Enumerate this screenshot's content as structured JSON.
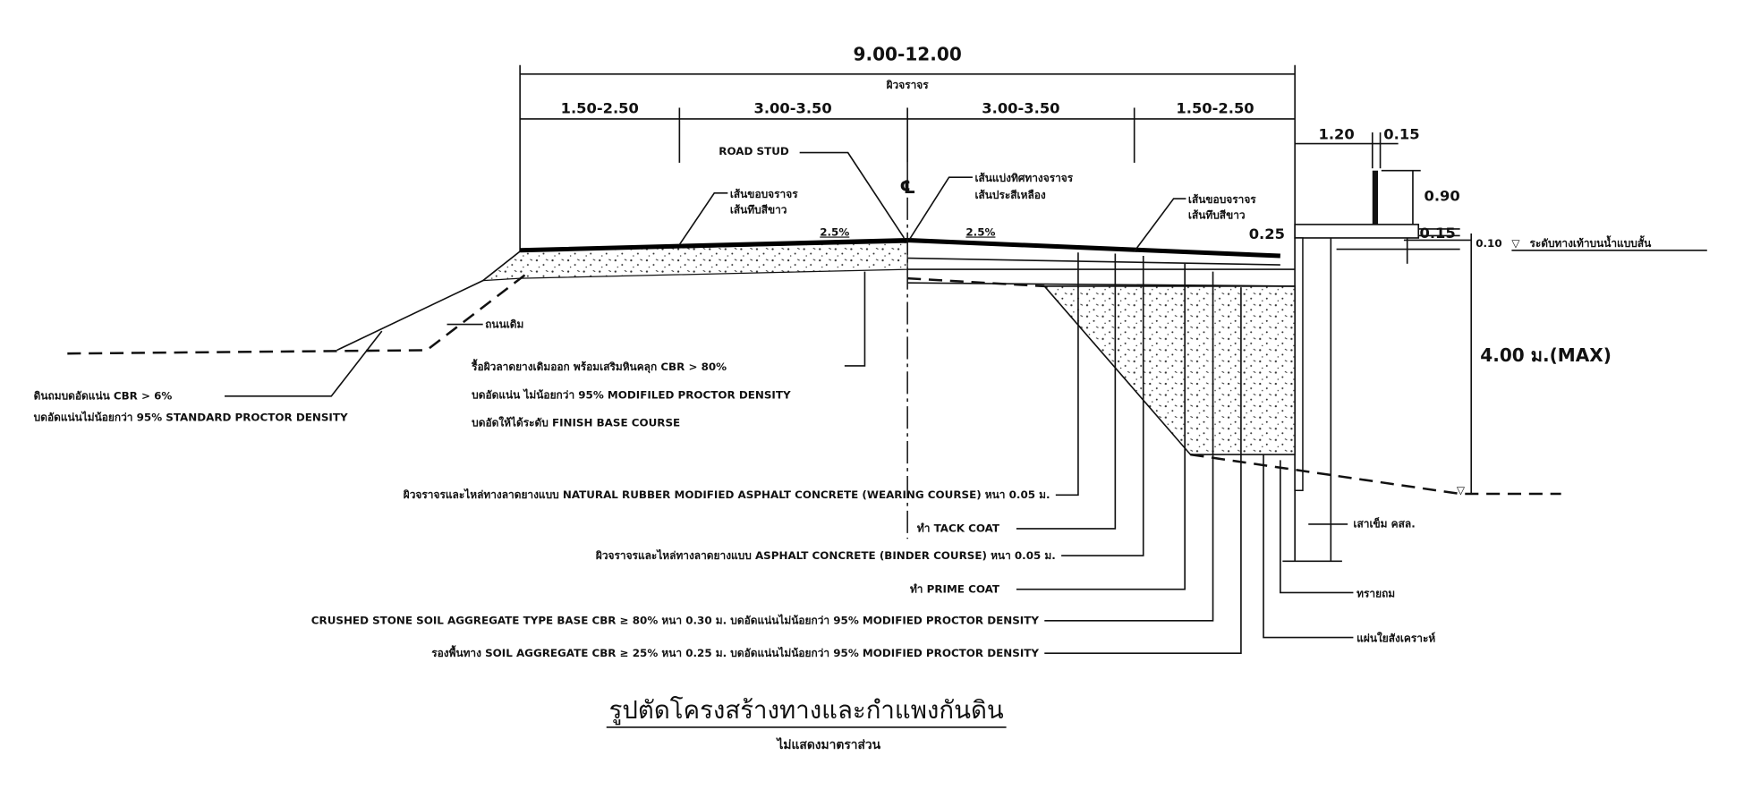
{
  "dimensions": {
    "total_width": "9.00-12.00",
    "total_label": "ผิวจราจร",
    "segments": [
      "1.50-2.50",
      "3.00-3.50",
      "3.00-3.50",
      "1.50-2.50"
    ],
    "sidewalk_width": "1.20",
    "wall_thickness": "0.15",
    "wall_height": "0.90",
    "slab_left": "0.25",
    "slab_right": "0.15",
    "level_value": "0.10",
    "level_label": "ระดับทางเท้าบนน้ำแบบสั้น",
    "wall_depth": "4.00 ม.(MAX)",
    "slope_left": "2.5%",
    "slope_right": "2.5%",
    "centerline_symbol": "℄"
  },
  "callouts": {
    "road_stud": "ROAD STUD",
    "edge_line_left": [
      "เส้นขอบจราจร",
      "เส้นทึบสีขาว"
    ],
    "center_line": [
      "เส้นแบ่งทิศทางจราจร",
      "เส้นประสีเหลือง"
    ],
    "edge_line_right": [
      "เส้นขอบจราจร",
      "เส้นทึบสีขาว"
    ],
    "existing_road": "ถนนเดิม",
    "embankment": [
      "ดินถมบดอัดแน่น CBR > 6%",
      "บดอัดแน่นไม่น้อยกว่า 95% STANDARD PROCTOR DENSITY"
    ],
    "base_repair": [
      "รื้อผิวลาดยางเดิมออก พร้อมเสริมหินคลุก CBR > 80%",
      "บดอัดแน่น ไม่น้อยกว่า 95% MODIFILED PROCTOR DENSITY",
      "บดอัดให้ได้ระดับ FINISH BASE COURSE"
    ],
    "pile": "เสาเข็ม คสล.",
    "sand_fill": "ทรายถม",
    "geotextile": "แผ่นใยสังเคราะห์"
  },
  "layers": [
    "ผิวจราจรและไหล่ทางลาดยางแบบ NATURAL RUBBER MODIFIED ASPHALT CONCRETE (WEARING COURSE) หนา 0.05 ม.",
    "ทำ TACK COAT",
    "ผิวจราจรและไหล่ทางลาดยางแบบ ASPHALT CONCRETE (BINDER COURSE) หนา 0.05 ม.",
    "ทำ PRIME COAT",
    "CRUSHED STONE SOIL AGGREGATE TYPE BASE CBR ≥ 80% หนา 0.30 ม. บดอัดแน่นไม่น้อยกว่า 95% MODIFIED PROCTOR DENSITY",
    "รองพื้นทาง SOIL AGGREGATE CBR ≥ 25% หนา 0.25 ม. บดอัดแน่นไม่น้อยกว่า 95% MODIFIED PROCTOR DENSITY"
  ],
  "title": "รูปตัดโครงสร้างทางและกำแพงกันดิน",
  "subtitle": "ไม่แสดงมาตราส่วน"
}
